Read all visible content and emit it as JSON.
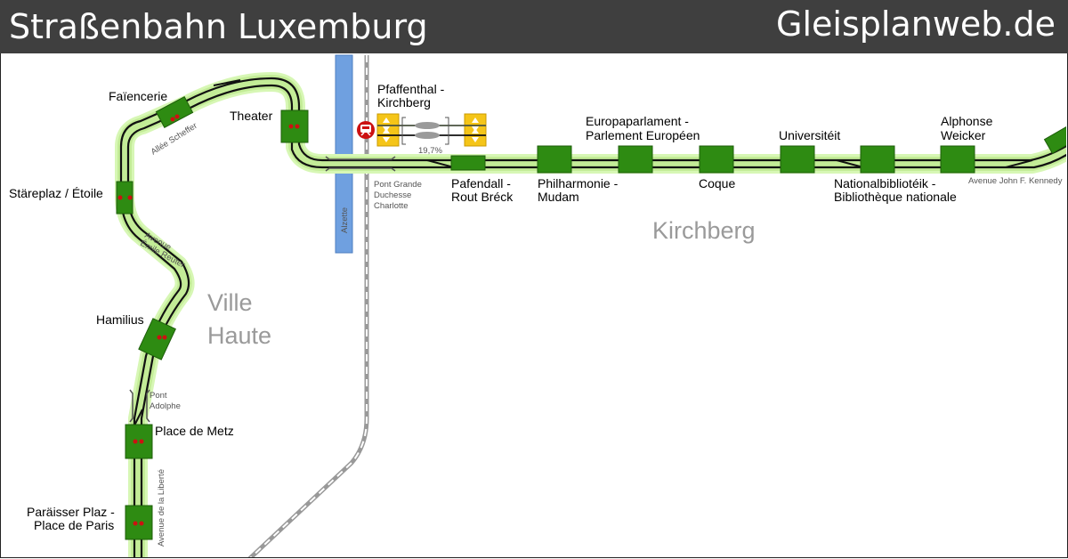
{
  "header": {
    "title": "Straßenbahn Luxemburg",
    "site": "Gleisplanweb.de"
  },
  "colors": {
    "header_bg": "#3f3f3f",
    "track_glow": "#d7f7b5",
    "track": "#111111",
    "platform": "#2e8b12",
    "platform_yellow": "#f5c518",
    "river": "#6fa0e0",
    "railway": "#999999",
    "stop_marker": "#cc1111"
  },
  "districts": {
    "ville_haute_1": "Ville",
    "ville_haute_2": "Haute",
    "kirchberg": "Kirchberg"
  },
  "stations": {
    "faiencerie": "Faïencerie",
    "theater": "Theater",
    "stareplaz_1": "Stäreplaz / Étoile",
    "hamilius": "Hamilius",
    "place_de_metz": "Place de Metz",
    "paraisser_1": "Paräisser Plaz -",
    "paraisser_2": "Place de Paris",
    "pfaffenthal_1": "Pfaffenthal -",
    "pfaffenthal_2": "Kirchberg",
    "pafendall_1": "Pafendall -",
    "pafendall_2": "Rout Bréck",
    "philharmonie_1": "Philharmonie -",
    "philharmonie_2": "Mudam",
    "europaparlament_1": "Europaparlament -",
    "europaparlament_2": "Parlement Européen",
    "coque": "Coque",
    "universiteit": "Universitéit",
    "nationalbib_1": "Nationalbibliotéik -",
    "nationalbib_2": "Bibliothèque nationale",
    "alphonse_1": "Alphonse",
    "alphonse_2": "Weicker"
  },
  "streets": {
    "allee_scheffer": "Allée Scheffer",
    "avenue_reuter_1": "Avenue",
    "avenue_reuter_2": "Émile Reuter",
    "pont_adolphe_1": "Pont",
    "pont_adolphe_2": "Adolphe",
    "avenue_liberte": "Avenue de la Liberté",
    "pont_gdc_1": "Pont Grande",
    "pont_gdc_2": "Duchesse",
    "pont_gdc_3": "Charlotte",
    "alzette": "Alzette",
    "avenue_kennedy": "Avenue John F. Kennedy",
    "funicular_gradient": "19,7%"
  }
}
